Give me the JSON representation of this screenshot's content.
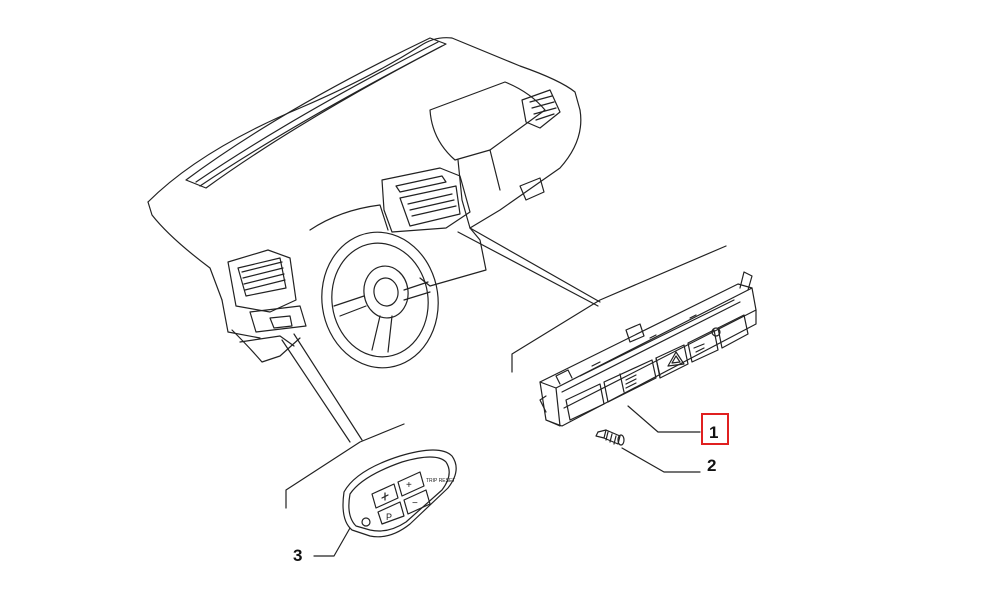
{
  "parts": [
    {
      "number": "1",
      "highlighted": true
    },
    {
      "number": "2",
      "highlighted": false
    },
    {
      "number": "3",
      "highlighted": false
    }
  ],
  "keypad_symbols": {
    "plus": "+",
    "minus": "−",
    "parking": "P",
    "mode_text": "TRIP\nRESET"
  },
  "colors": {
    "line": "#222222",
    "highlight": "#e02020",
    "background": "#ffffff"
  },
  "icons": [
    "dashboard-outline",
    "steering-wheel",
    "air-vent",
    "switch-panel",
    "screw",
    "keypad",
    "hazard-triangle-icon",
    "plus-icon",
    "minus-icon",
    "parking-icon"
  ]
}
